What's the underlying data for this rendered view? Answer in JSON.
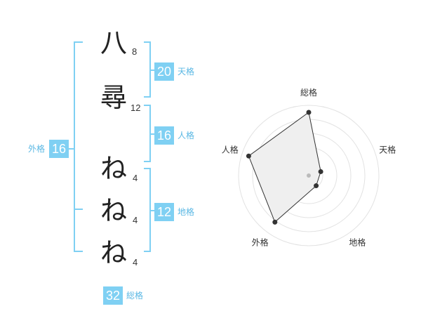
{
  "name_chars": [
    {
      "char": "八",
      "strokes": "8"
    },
    {
      "char": "尋",
      "strokes": "12"
    },
    {
      "char": "ね",
      "strokes": "4"
    },
    {
      "char": "ね",
      "strokes": "4"
    },
    {
      "char": "ね",
      "strokes": "4"
    }
  ],
  "kakusu": {
    "tenkaku": {
      "value": "20",
      "label": "天格"
    },
    "jinkaku": {
      "value": "16",
      "label": "人格"
    },
    "chikaku": {
      "value": "12",
      "label": "地格"
    },
    "gaikaku": {
      "value": "16",
      "label": "外格"
    },
    "soukaku": {
      "value": "32",
      "label": "総格"
    }
  },
  "colors": {
    "accent": "#7fd0f3",
    "bracket": "#7fd0f3",
    "label": "#5bb8e4"
  },
  "chart_data": {
    "type": "radar",
    "axes": [
      "総格",
      "天格",
      "地格",
      "外格",
      "人格"
    ],
    "values": [
      4.5,
      0.9,
      0.9,
      4.1,
      4.5
    ],
    "rmax": 5,
    "rings": 5
  }
}
